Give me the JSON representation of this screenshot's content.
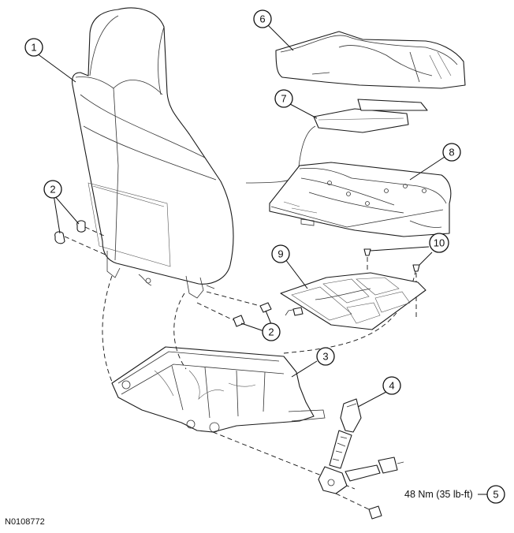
{
  "figure_id": "N0108772",
  "torque_spec": "48 Nm (35 lb-ft)",
  "callouts": [
    "1",
    "2",
    "2",
    "3",
    "4",
    "5",
    "6",
    "7",
    "8",
    "9",
    "10"
  ]
}
